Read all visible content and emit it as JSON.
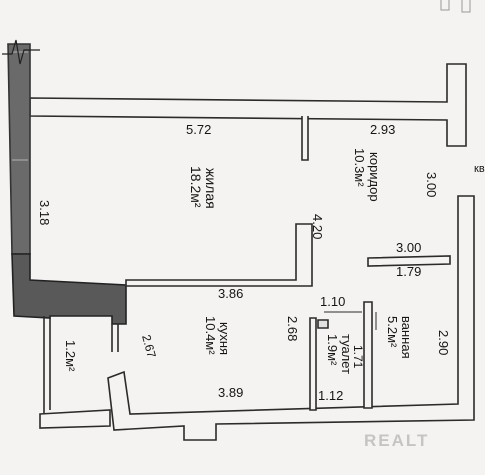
{
  "dimensions": {
    "top_left_wall": "5.72",
    "top_right_wall": "2.93",
    "left_wall": "3.18",
    "corridor_height": "3.00",
    "living_kitchen_wall": "3.86",
    "partition": "4.20",
    "bath_top": "3.00",
    "bath_inner": "1.79",
    "toilet_top": "1.10",
    "kitchen_right": "2.68",
    "toilet_side": "1.71",
    "bath_right": "2.90",
    "kitchen_left_diag": "2.67",
    "kitchen_bottom": "3.89",
    "toilet_bottom": "1.12"
  },
  "rooms": {
    "living": {
      "name": "жилая",
      "area": "18.2м²"
    },
    "corridor": {
      "name": "коридор",
      "area": "10.3м²"
    },
    "kitchen": {
      "name": "кухня",
      "area": "10.4м²"
    },
    "bathroom": {
      "name": "ванная",
      "area": "5.2м²"
    },
    "toilet": {
      "name": "туалет",
      "area": "1.9м²"
    },
    "balcony": {
      "area": "1.2м²"
    }
  },
  "corner_label": "кв",
  "watermark": "REALT",
  "colors": {
    "wall": "#5d5d5d",
    "wall_stroke": "#2b2b2b",
    "paper": "#f4f3f1",
    "ink": "#151515"
  }
}
